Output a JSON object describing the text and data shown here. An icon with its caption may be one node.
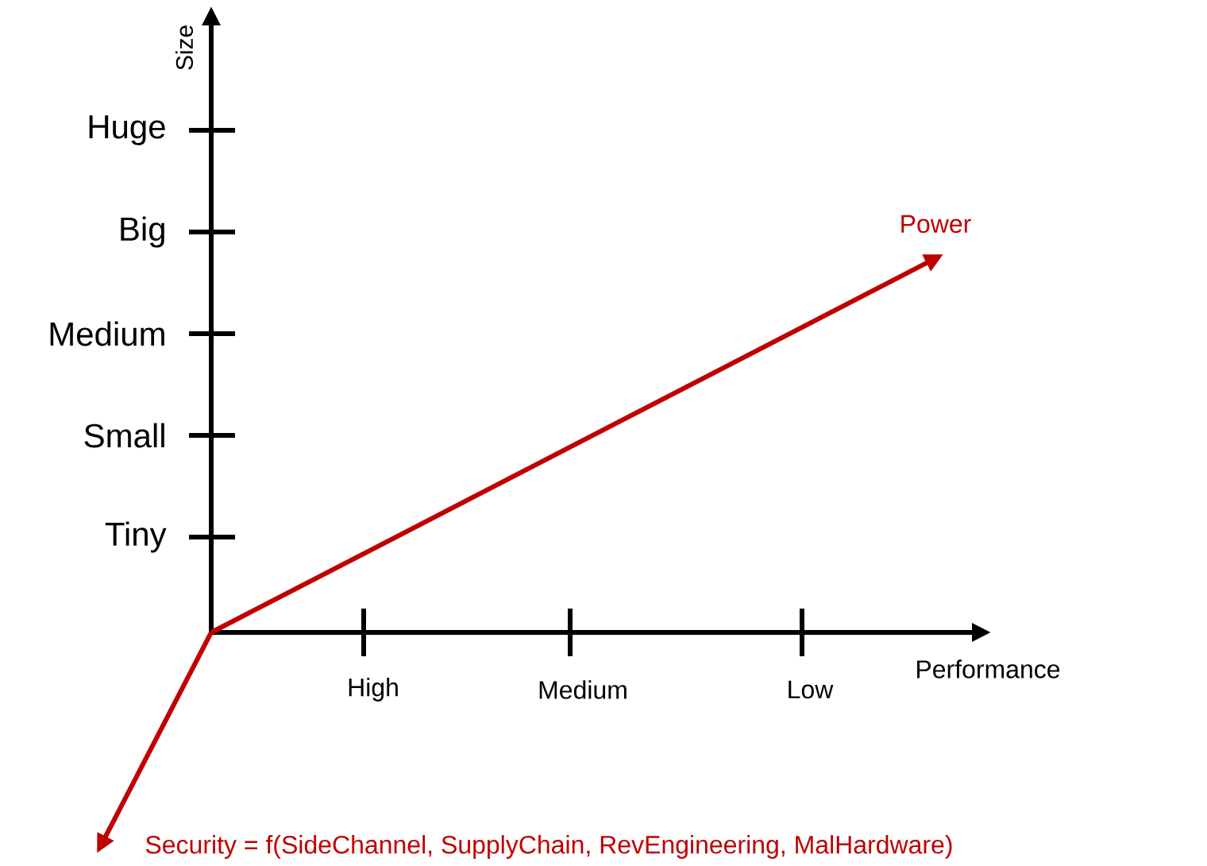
{
  "diagram": {
    "labels": [
      "Size",
      "Huge",
      "Big",
      "Power",
      "Medium",
      "Small",
      "Tiny",
      "High",
      "Medium",
      "Low",
      "Performance",
      "Security = f(SideChannel, SupplyChain, RevEngineering, MalHardware)"
    ]
  }
}
